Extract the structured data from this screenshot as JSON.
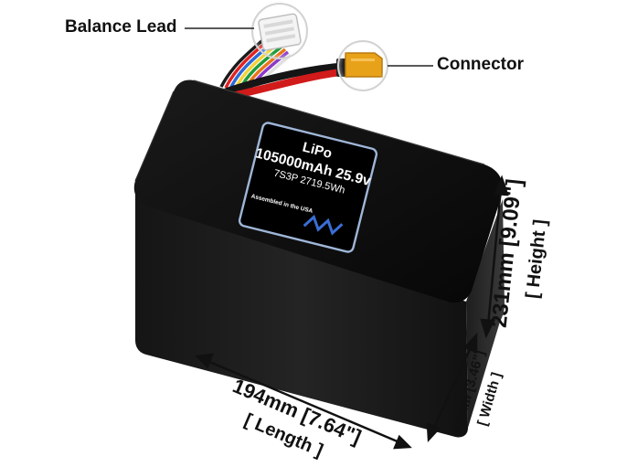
{
  "callouts": {
    "balance_lead": "Balance Lead",
    "connector": "Connector"
  },
  "label": {
    "chemistry": "LiPo",
    "capacity": "105000mAh 25.9v",
    "spec": "7S3P 2719.5Wh",
    "origin": "Assembled in the USA"
  },
  "dimensions": {
    "height_value": "231mm [9.09\"]",
    "height_label": "[ Height ]",
    "width_value": "88mm [3.46\"]",
    "width_label": "[ Width ]",
    "length_value": "194mm [7.64\"]",
    "length_label": "[ Length ]"
  },
  "colors": {
    "battery_body": "#0d0d0d",
    "label_border": "#9fb6d8",
    "connector": "#e8a21a",
    "wire_red": "#d11a1a",
    "wire_black": "#151515"
  }
}
